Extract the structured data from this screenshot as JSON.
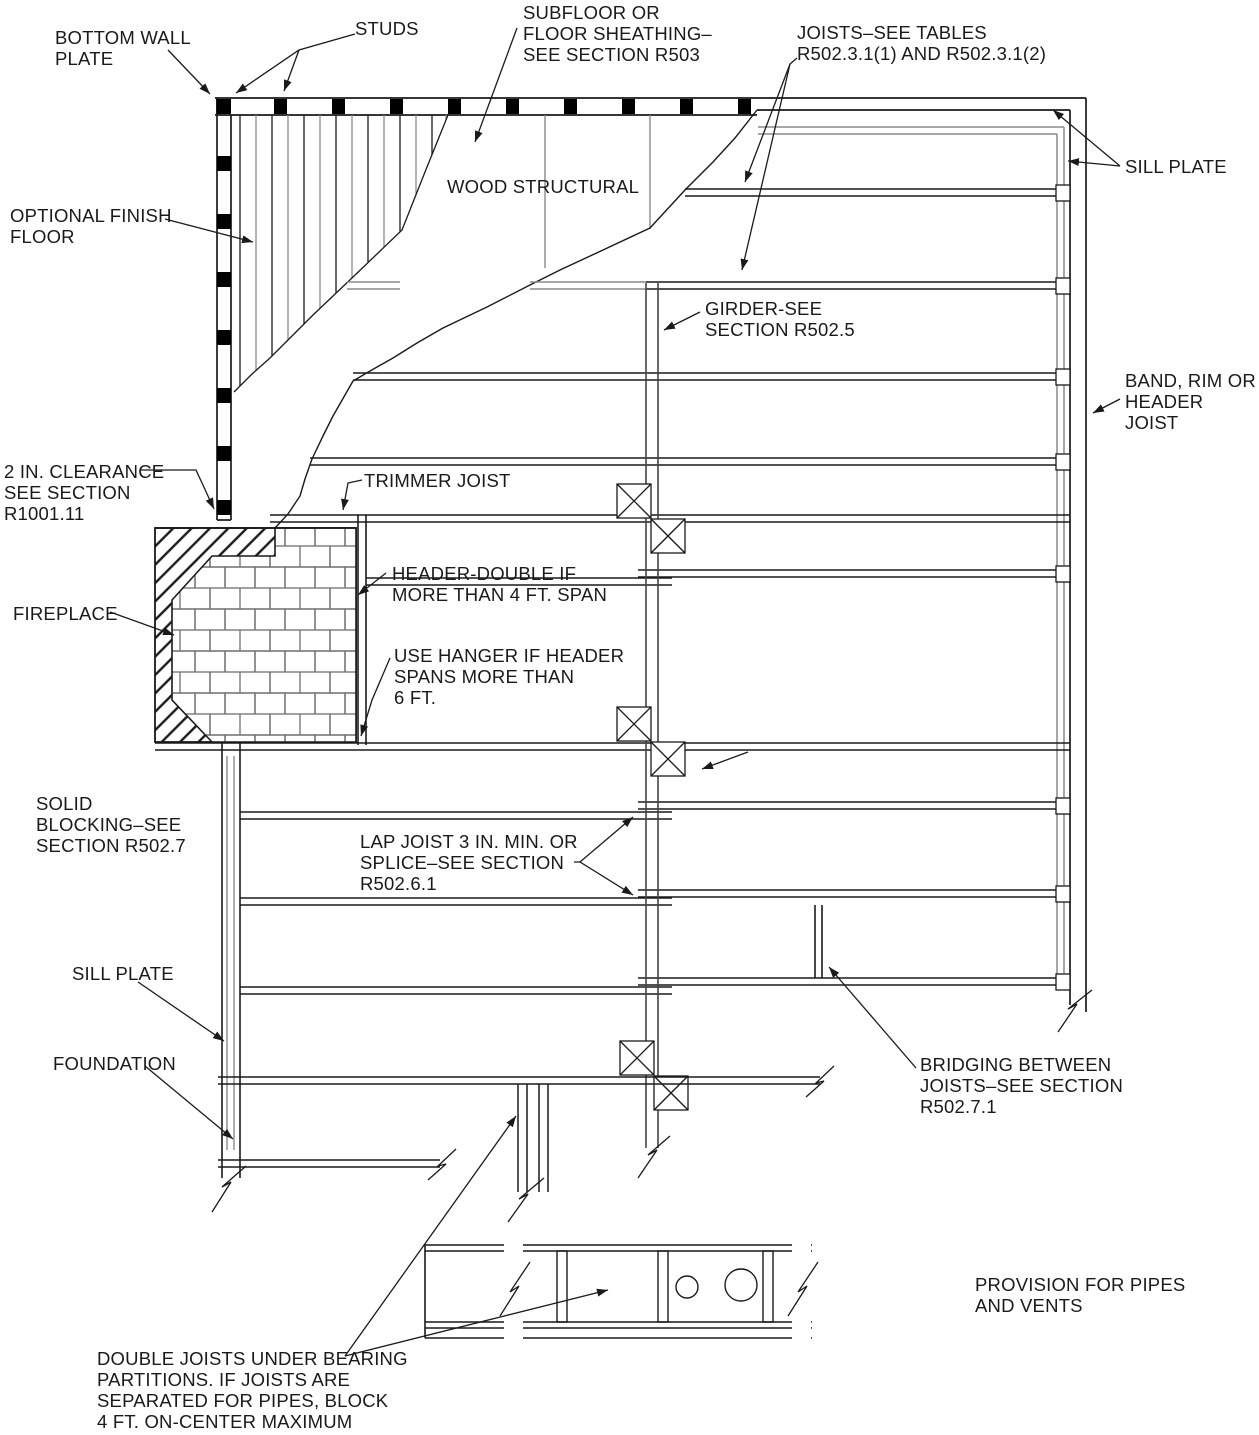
{
  "drawing_title": "Floor framing construction diagram",
  "colors": {
    "line": "#1a1a1a",
    "hidden_line": "#8a8a8a"
  },
  "labels": {
    "bottom_wall_plate": "BOTTOM WALL\nPLATE",
    "studs": "STUDS",
    "subfloor": "SUBFLOOR OR\nFLOOR SHEATHING–\nSEE SECTION R503",
    "joists_tables": "JOISTS–SEE TABLES\nR502.3.1(1) AND R502.3.1(2)",
    "sill_plate_right": "SILL PLATE",
    "optional_finish_floor": "OPTIONAL FINISH\nFLOOR",
    "wood_structural": "WOOD STRUCTURAL",
    "girder": "GIRDER-SEE\nSECTION R502.5",
    "band_rim": "BAND, RIM OR\nHEADER JOIST",
    "clearance": "2 IN. CLEARANCE\nSEE SECTION\nR1001.11",
    "trimmer_joist": "TRIMMER JOIST",
    "header_double": "HEADER-DOUBLE IF\nMORE THAN 4 FT. SPAN",
    "fireplace": "FIREPLACE",
    "use_hanger": "USE HANGER IF HEADER\nSPANS MORE THAN\n6 FT.",
    "solid_blocking": "SOLID\nBLOCKING–SEE\nSECTION R502.7",
    "lap_joist": "LAP JOIST 3 IN. MIN. OR\nSPLICE–SEE SECTION\nR502.6.1",
    "sill_plate_left": "SILL PLATE",
    "foundation": "FOUNDATION",
    "bridging": "BRIDGING BETWEEN\nJOISTS–SEE SECTION\nR502.7.1",
    "provision_pipes": "PROVISION FOR PIPES\nAND VENTS",
    "double_joists": "DOUBLE JOISTS UNDER BEARING\nPARTITIONS. IF JOISTS ARE\nSEPARATED FOR PIPES, BLOCK\n4 FT. ON-CENTER MAXIMUM"
  }
}
